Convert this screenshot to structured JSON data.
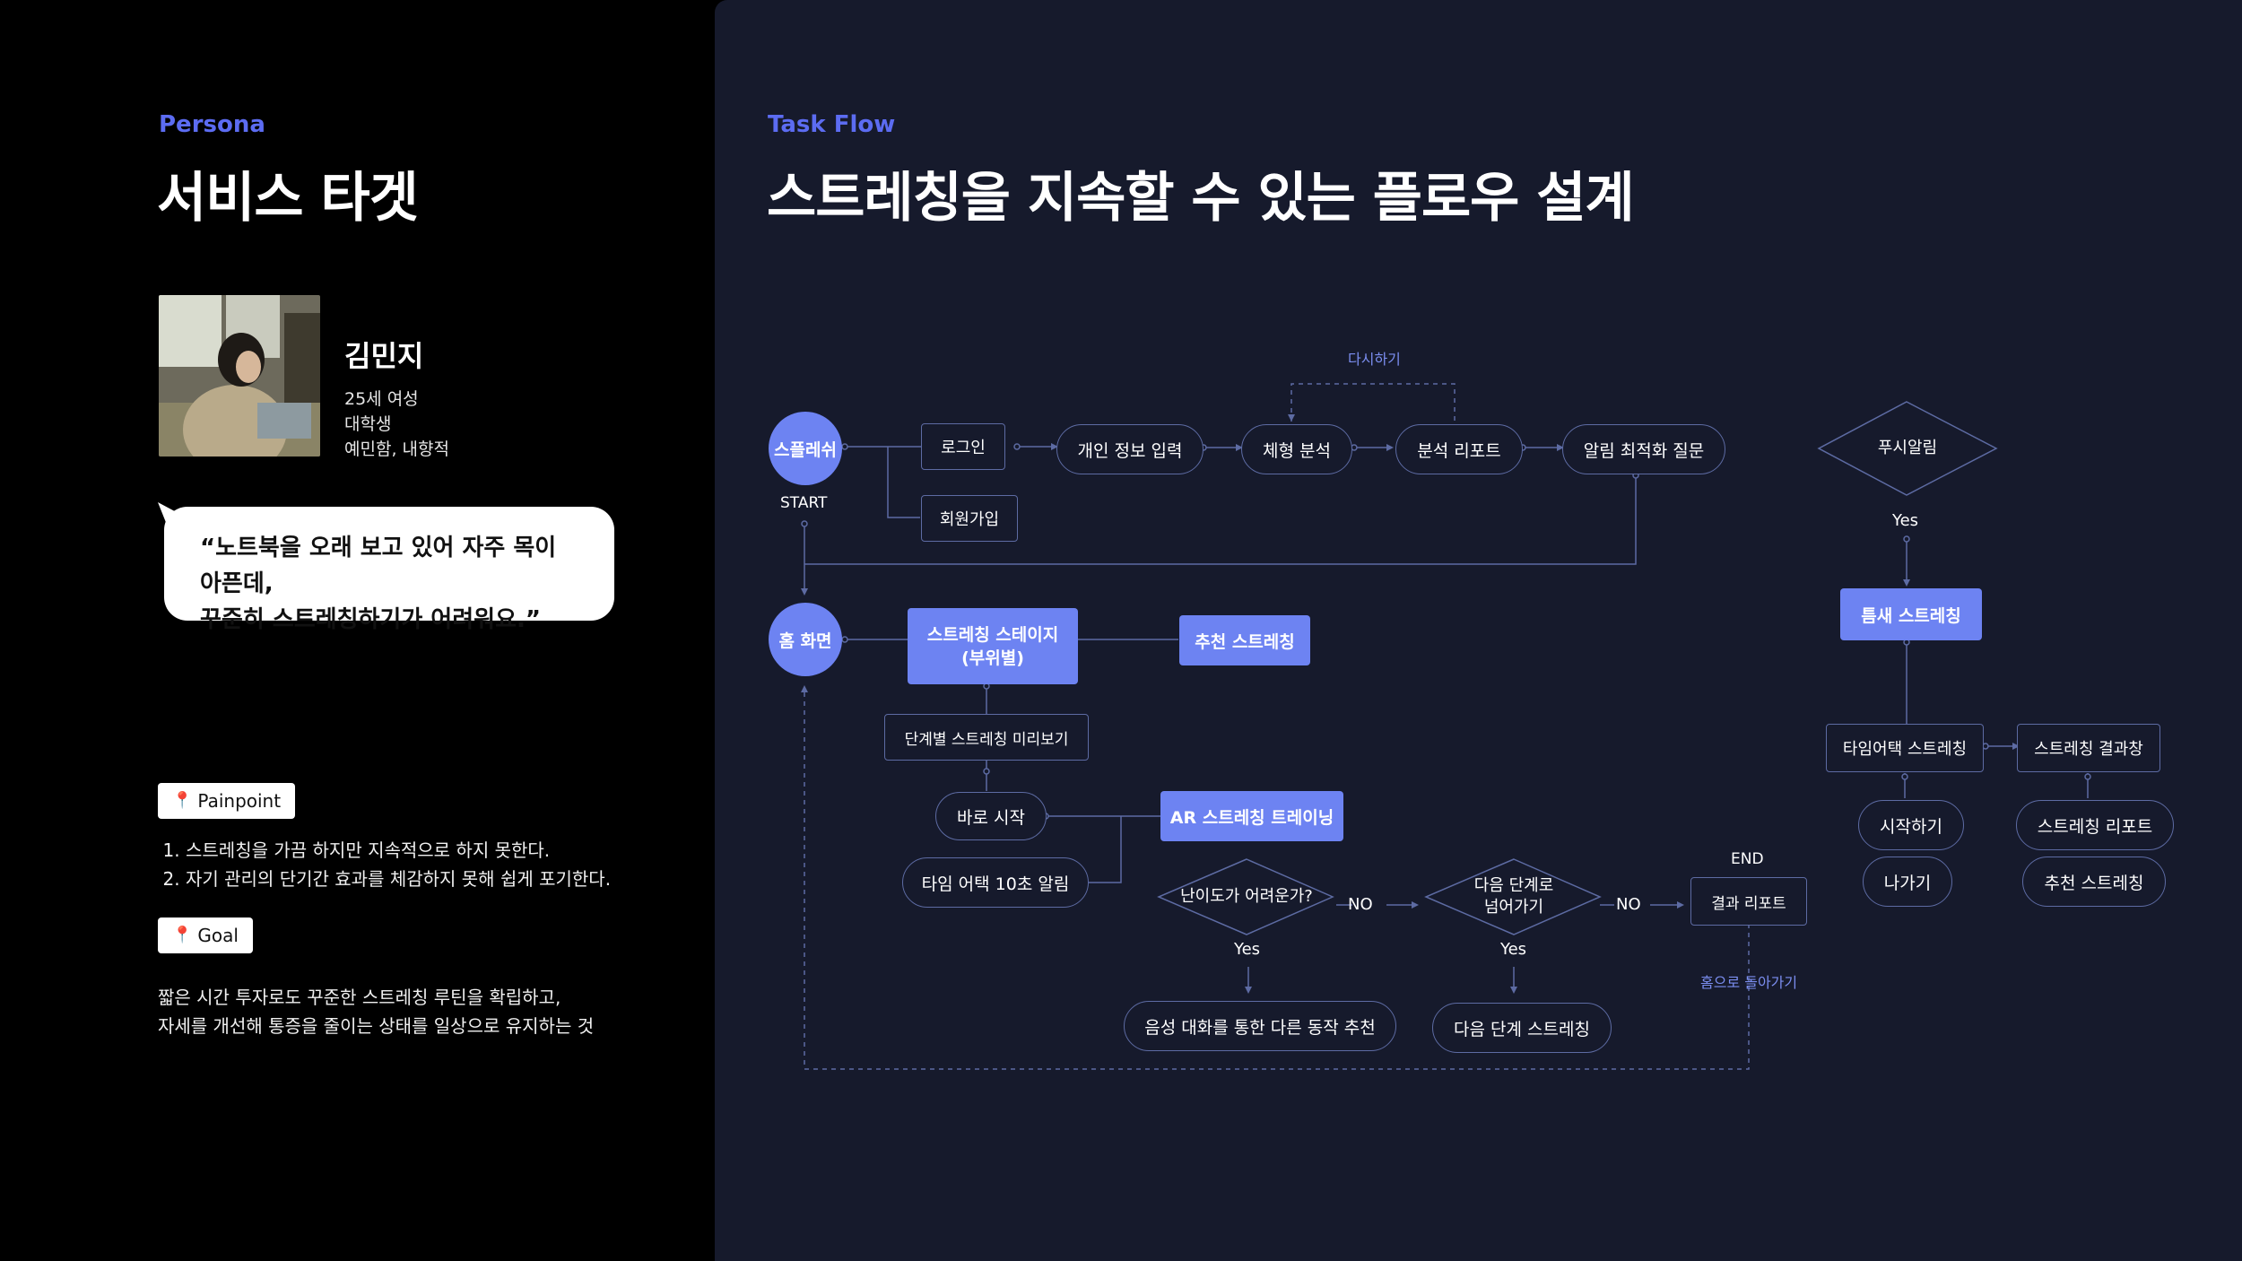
{
  "persona": {
    "eyebrow": "Persona",
    "title": "서비스 타겟",
    "name": "김민지",
    "info": [
      "25세 여성",
      "대학생",
      "예민함, 내향적"
    ],
    "quote_line1": "“노트북을 오래 보고 있어 자주 목이 아픈데,",
    "quote_line2": "꾸준히 스트레칭하기가 어려워요.”",
    "painpoint_label": "Painpoint",
    "painpoints": [
      "스트레칭을 가끔 하지만 지속적으로 하지 못한다.",
      "자기 관리의 단기간 효과를 체감하지 못해 쉽게 포기한다."
    ],
    "goal_label": "Goal",
    "goal_line1": "짧은 시간 투자로도 꾸준한 스트레칭 루틴을 확립하고,",
    "goal_line2": "자세를 개선해 통증을 줄이는 상태를 일상으로 유지하는 것"
  },
  "taskflow": {
    "eyebrow": "Task Flow",
    "title": "스트레칭을 지속할 수 있는 플로우 설계",
    "nodes": {
      "splash": "스플레쉬",
      "start": "START",
      "login": "로그인",
      "signup": "회원가입",
      "personal": "개인 정보 입력",
      "body_analysis": "체형 분석",
      "report": "분석 리포트",
      "alarm_q": "알림 최적화 질문",
      "retry": "다시하기",
      "home": "홈 화면",
      "stage_line1": "스트레칭 스테이지",
      "stage_line2": "(부위별)",
      "recommend": "추천 스트레칭",
      "preview": "단계별 스트레칭 미리보기",
      "start_now": "바로 시작",
      "ar": "AR 스트레칭 트레이닝",
      "timeattack_alarm": "타임 어택 10초 알림",
      "difficulty": "난이도가 어려운가?",
      "next_step_q_line1": "다음 단계로",
      "next_step_q_line2": "넘어가기",
      "no1": "NO",
      "no2": "NO",
      "yes1": "Yes",
      "yes2": "Yes",
      "voice": "음성 대화를 통한 다른 동작 추천",
      "next_step": "다음 단계 스트레칭",
      "end": "END",
      "result_report": "결과 리포트",
      "go_home": "홈으로 돌아가기",
      "push": "푸시알림",
      "yes3": "Yes",
      "spare": "틈새 스트레칭",
      "timeattack": "타임어택 스트레칭",
      "result_window": "스트레칭 결과창",
      "begin": "시작하기",
      "exit": "나가기",
      "stretch_report": "스트레칭 리포트",
      "recommend2": "추천 스트레칭"
    }
  },
  "colors": {
    "accent": "#5c6cf2",
    "node_fill": "#6d83f2",
    "panel_bg": "#161a2c",
    "line": "#5d6ba3"
  }
}
